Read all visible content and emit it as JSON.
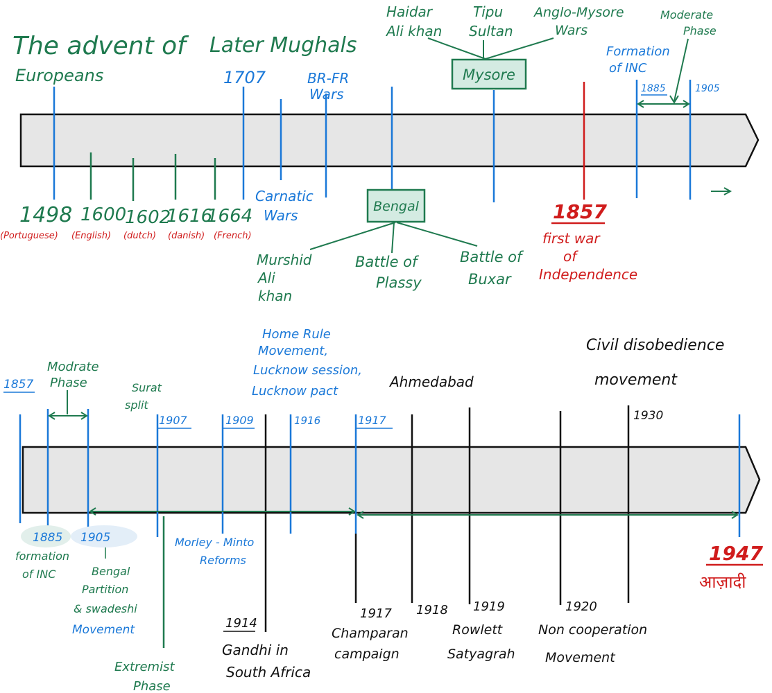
{
  "colors": {
    "green": "#1f7a4f",
    "blue": "#1a78d8",
    "red": "#d01c1c",
    "black": "#111111",
    "bar_fill": "#e6e6e6",
    "box_fill": "#d4ebe2"
  },
  "top": {
    "heading_europeans": [
      "The advent of",
      "Europeans"
    ],
    "heading_mughals": "Later Mughals",
    "year_1707": "1707",
    "br_fr": [
      "BR-FR",
      "Wars"
    ],
    "carnatic": [
      "Carnatic",
      "Wars"
    ],
    "europe_years": [
      "1498",
      "1600",
      "1602",
      "1616",
      "1664"
    ],
    "europe_powers": [
      "(Portuguese)",
      "(English)",
      "(dutch)",
      "(danish)",
      "(French)"
    ],
    "mysore_box": "Mysore",
    "mysore_items": [
      [
        "Haidar",
        "Ali khan"
      ],
      [
        "Tipu",
        "Sultan"
      ],
      [
        "Anglo-Mysore",
        "Wars"
      ]
    ],
    "bengal_box": "Bengal",
    "bengal_items": [
      [
        "Murshid",
        "Ali",
        "khan"
      ],
      [
        "Battle of",
        "Plassy"
      ],
      [
        "Battle of",
        "Buxar"
      ]
    ],
    "year_1857": "1857",
    "war_1857": [
      "first war",
      "of",
      "Independence"
    ],
    "inc": [
      "Formation",
      "of INC"
    ],
    "moderate_phase": [
      "Moderate",
      "Phase"
    ],
    "year_1885": "1885",
    "year_1905": "1905"
  },
  "bottom": {
    "year_1857": "1857",
    "moderate_phase": [
      "Modrate",
      "Phase"
    ],
    "surat": [
      "Surat",
      "split"
    ],
    "year_1907": "1907",
    "year_1909": "1909",
    "home_rule": [
      "Home Rule",
      "Movement,",
      "Lucknow session,",
      "Lucknow pact"
    ],
    "year_1916": "1916",
    "year_1917_top": "1917",
    "ahmedabad": "Ahmedabad",
    "civil": [
      "Civil disobedience",
      "movement"
    ],
    "year_1930": "1930",
    "year_1885": "1885",
    "year_1905": "1905",
    "inc": [
      "formation",
      "of INC"
    ],
    "bengal_partition": [
      "Bengal",
      "Partition",
      "& swadeshi",
      "Movement"
    ],
    "morley_minto": [
      "Morley - Minto",
      "Reforms"
    ],
    "extremist": [
      "Extremist",
      "Phase"
    ],
    "year_1914": "1914",
    "gandhi": [
      "Gandhi in",
      "South Africa"
    ],
    "year_1917": "1917",
    "champaran": [
      "Champaran",
      "campaign"
    ],
    "year_1918": "1918",
    "year_1919": "1919",
    "rowlatt": [
      "Rowlett",
      "Satyagrah"
    ],
    "year_1920": "1920",
    "non_coop": [
      "Non cooperation",
      "Movement"
    ],
    "year_1947": "1947",
    "azadi": "आज़ादी"
  }
}
